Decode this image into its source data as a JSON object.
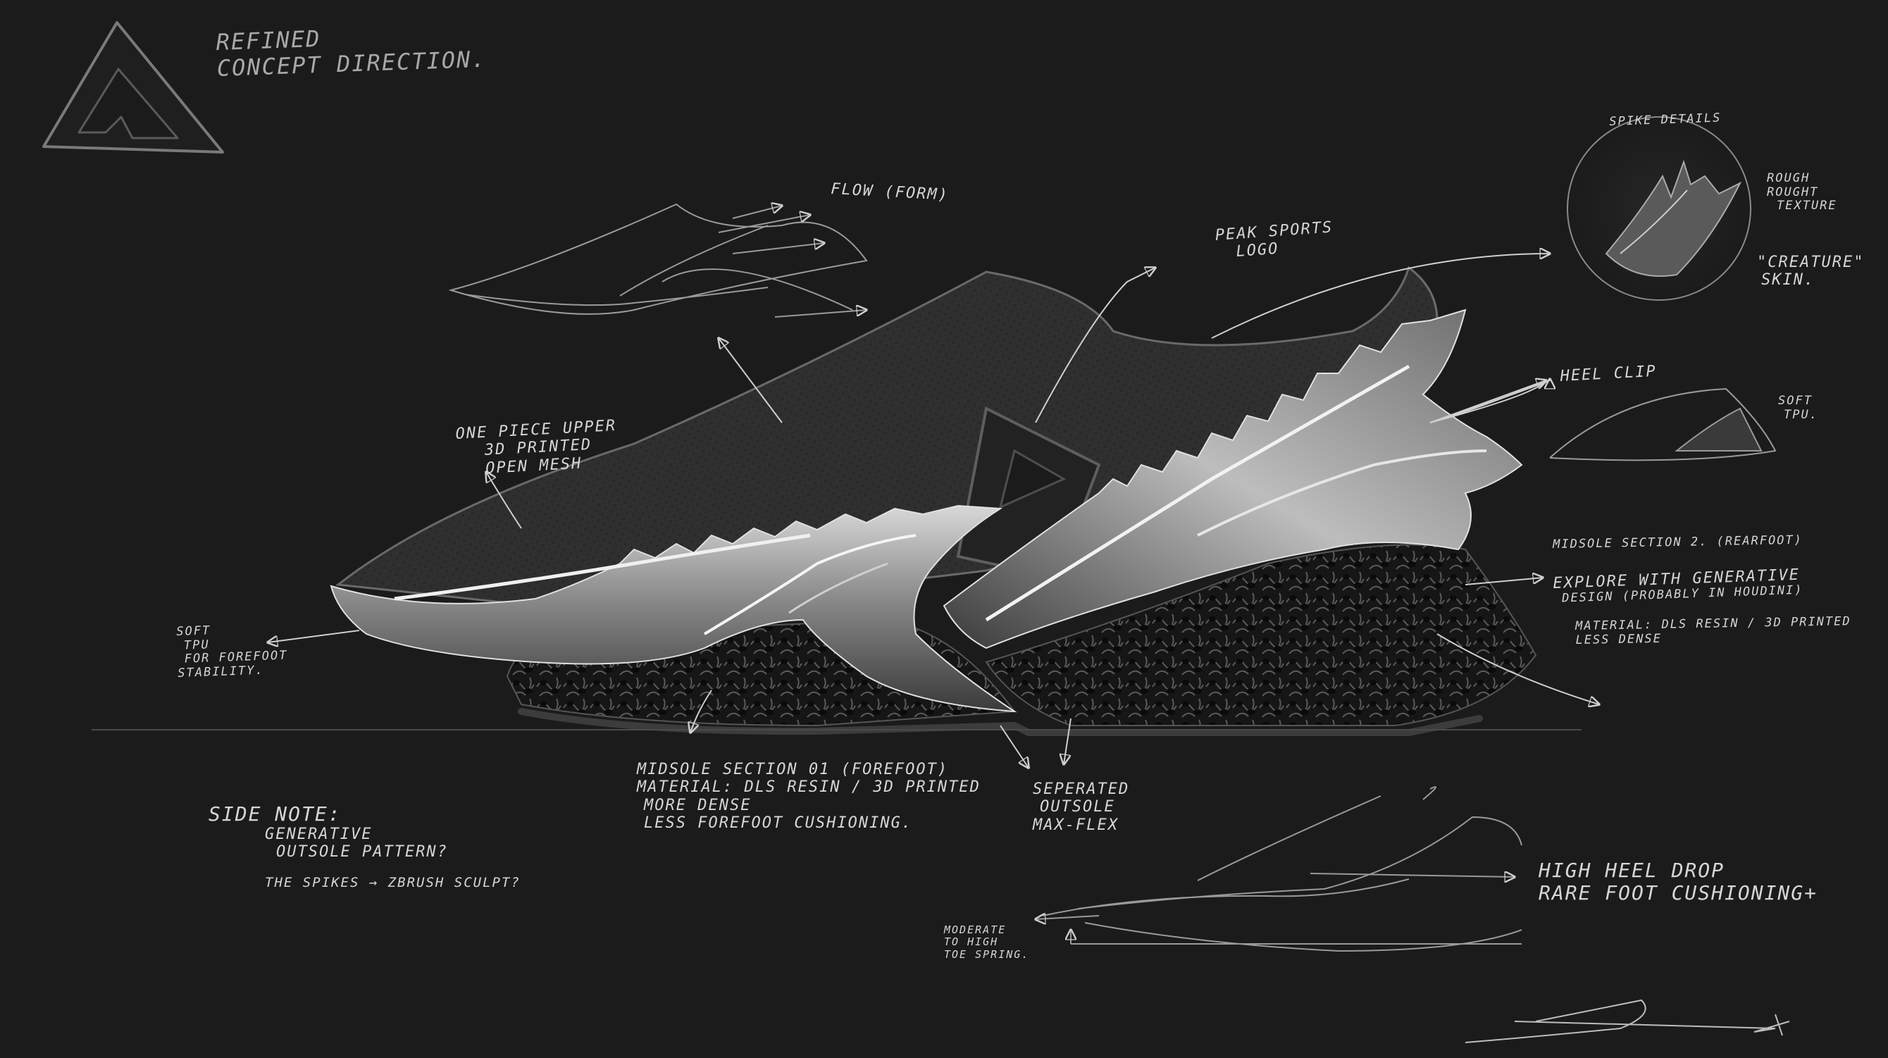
{
  "title": {
    "line1": "REFINED",
    "line2": "CONCEPT DIRECTION."
  },
  "annotations": {
    "flow": "FLOW (FORM)",
    "peak_logo": {
      "line1": "PEAK SPORTS",
      "line2": "LOGO"
    },
    "spike_details": "SPIKE DETAILS",
    "rough_texture": {
      "line1": "ROUGH",
      "line2": "ROUGHT",
      "line3": "TEXTURE"
    },
    "creature_skin": {
      "line1": "\"CREATURE\"",
      "line2": "SKIN."
    },
    "heel_clip": "HEEL CLIP",
    "soft_tpu_heel": {
      "line1": "SOFT",
      "line2": "TPU."
    },
    "one_piece_upper": {
      "line1": "ONE PIECE UPPER",
      "line2": "3D PRINTED",
      "line3": "OPEN MESH"
    },
    "midsole_2": "MIDSOLE SECTION 2. (REARFOOT)",
    "explore": {
      "line1": "EXPLORE WITH GENERATIVE",
      "line2": "DESIGN (PROBABLY IN HOUDINI)"
    },
    "material_2": {
      "line1": "MATERIAL: DLS RESIN / 3D PRINTED",
      "line2": "LESS DENSE"
    },
    "soft_tpu_forefoot": {
      "line1": "SOFT",
      "line2": "TPU",
      "line3": "FOR FOREFOOT",
      "line4": "STABILITY."
    },
    "midsole_1": {
      "line1": "MIDSOLE SECTION 01 (FOREFOOT)",
      "line2": "MATERIAL: DLS RESIN / 3D PRINTED",
      "line3": "MORE DENSE",
      "line4": "LESS FOREFOOT CUSHIONING."
    },
    "separated_outsole": {
      "line1": "SEPERATED",
      "line2": "OUTSOLE",
      "line3": "MAX-FLEX"
    },
    "side_note": {
      "heading": "SIDE NOTE:",
      "line1": "GENERATIVE",
      "line2": "OUTSOLE PATTERN?",
      "line3": "THE SPIKES → ZBRUSH SCULPT?"
    },
    "heel_drop": {
      "line1": "HIGH HEEL DROP",
      "line2": "RARE FOOT CUSHIONING+"
    },
    "toe_spring": {
      "line1": "MODERATE",
      "line2": "TO HIGH",
      "line3": "TOE SPRING."
    }
  },
  "colors": {
    "background": "#1b1b1b",
    "ink": "#d6d6d6",
    "upper": "#2e2e2e",
    "spike_light": "#e6e6e6"
  },
  "icons": {
    "brand_logo": "peak-triangle-logo-icon",
    "signature": "designer-signature"
  }
}
